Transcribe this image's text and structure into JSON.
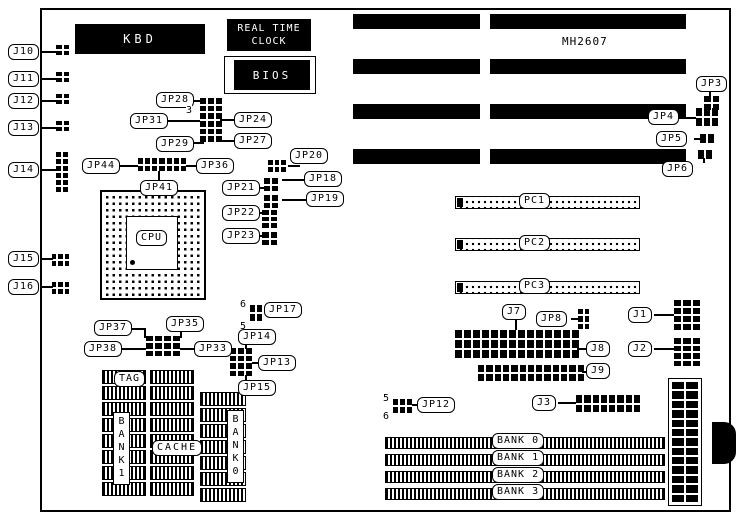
{
  "board": {
    "model": "MH2607"
  },
  "chips": {
    "kbd": "KBD",
    "rtc_lines": [
      "REAL TIME",
      "CLOCK"
    ],
    "bios": "BIOS",
    "cpu": "CPU"
  },
  "memory": {
    "tag": "TAG",
    "cache": "CACHE",
    "bank1_column": "BANK1",
    "bank0_column": "BANK0",
    "simm_banks": [
      "BANK 0",
      "BANK 1",
      "BANK 2",
      "BANK 3"
    ]
  },
  "slots": {
    "pc": [
      "PC1",
      "PC2",
      "PC3"
    ]
  },
  "jumpers": {
    "j10": "J10",
    "j11": "J11",
    "j12": "J12",
    "j13": "J13",
    "j14": "J14",
    "j15": "J15",
    "j16": "J16",
    "jp3": "JP3",
    "jp4": "JP4",
    "jp5": "JP5",
    "jp6": "JP6",
    "jp28": "JP28",
    "jp31": "JP31",
    "jp24": "JP24",
    "jp29": "JP29",
    "jp27": "JP27",
    "jp44": "JP44",
    "jp36": "JP36",
    "jp41": "JP41",
    "jp20": "JP20",
    "jp21": "JP21",
    "jp18": "JP18",
    "jp22": "JP22",
    "jp19": "JP19",
    "jp23": "JP23",
    "jp17": "JP17",
    "jp37": "JP37",
    "jp35": "JP35",
    "jp38": "JP38",
    "jp33": "JP33",
    "jp14": "JP14",
    "jp13": "JP13",
    "jp15": "JP15",
    "jp12": "JP12",
    "j7": "J7",
    "jp8": "JP8",
    "j1": "J1",
    "j8": "J8",
    "j2": "J2",
    "j9": "J9",
    "j3": "J3"
  },
  "pin_numbers": {
    "cluster_top": "3",
    "jp17_pin6": "6",
    "jp17_pin5": "5",
    "jp12_pin5": "5",
    "jp12_pin6": "6"
  }
}
